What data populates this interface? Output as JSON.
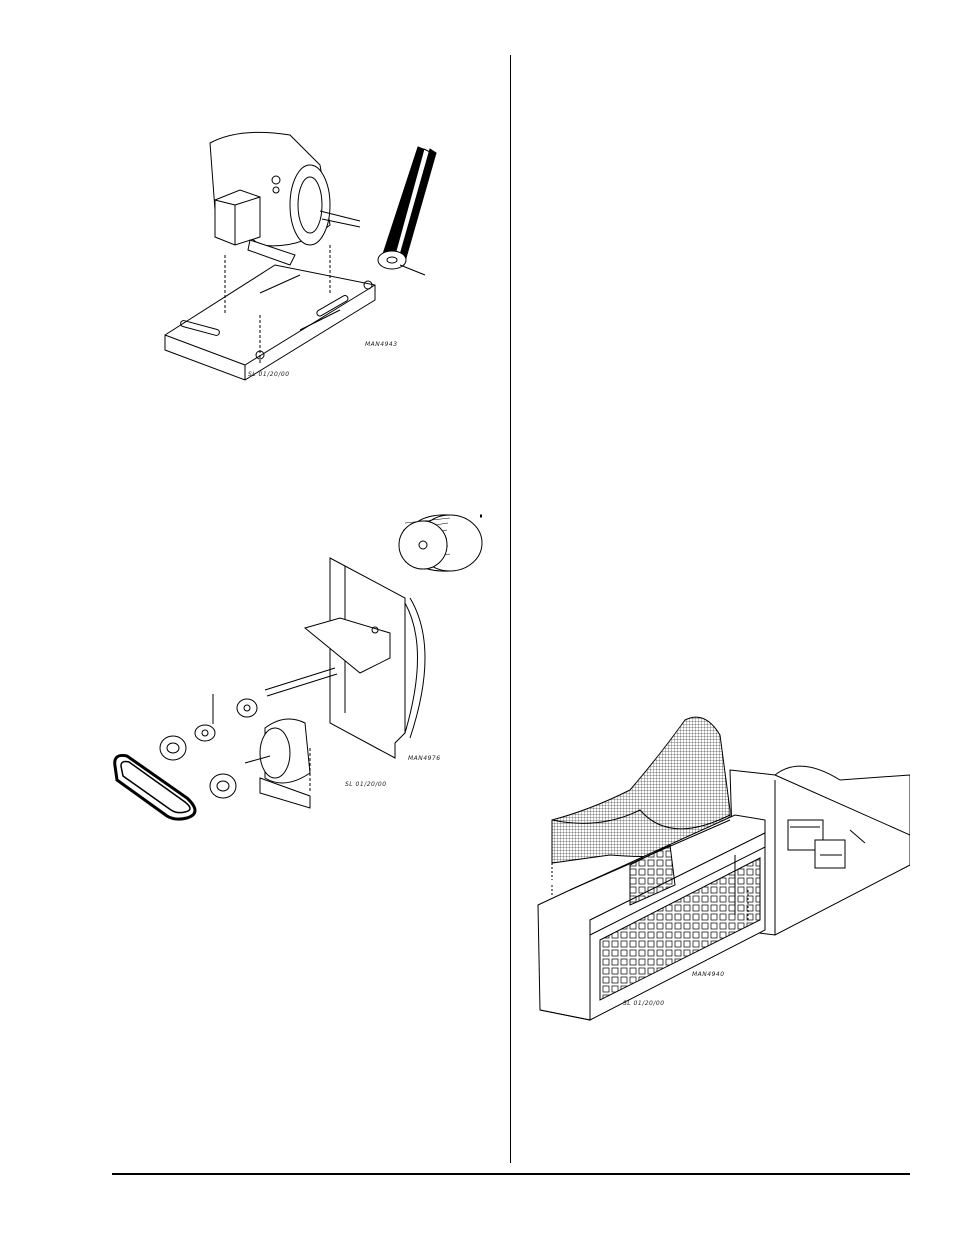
{
  "page": {
    "figures": [
      {
        "id": "motor-mount",
        "drawing_number": "MAN4943",
        "date_code": "SL 01/20/00"
      },
      {
        "id": "blower-assembly",
        "drawing_number": "MAN4976",
        "date_code": "SL 01/20/00"
      },
      {
        "id": "filter-rack",
        "drawing_number": "MAN4940",
        "date_code": "SL 01/20/00"
      }
    ]
  }
}
